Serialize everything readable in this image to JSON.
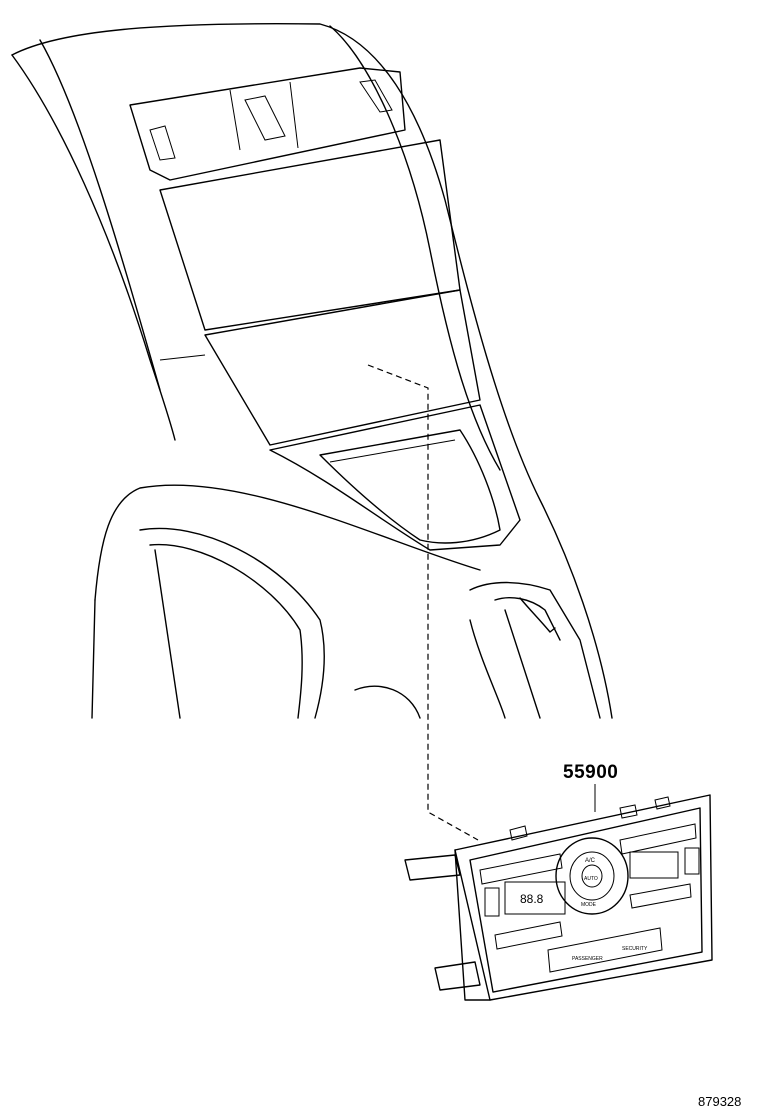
{
  "callouts": [
    {
      "part_number": "55900"
    }
  ],
  "figure_id": "879328",
  "panel": {
    "display_reading": "88.8",
    "ac_label": "A/C",
    "auto_label": "AUTO",
    "mode_label": "MODE",
    "indicator_1": "PASSENGER",
    "indicator_2": "SECURITY"
  }
}
